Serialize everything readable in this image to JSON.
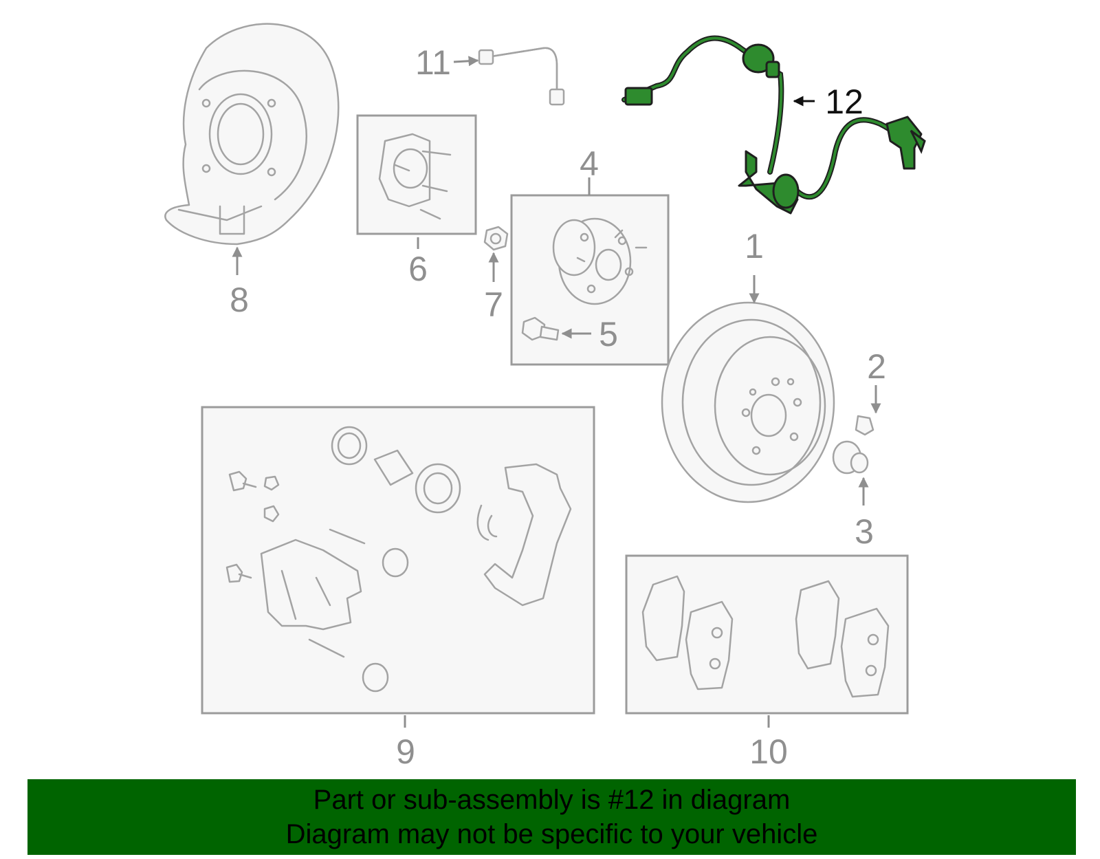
{
  "callouts": {
    "c1": "1",
    "c2": "2",
    "c3": "3",
    "c4": "4",
    "c5": "5",
    "c6": "6",
    "c7": "7",
    "c8": "8",
    "c9": "9",
    "c10": "10",
    "c11": "11",
    "c12": "12"
  },
  "highlight_part": "12",
  "banner": {
    "line1": "Part or sub-assembly is #12 in diagram",
    "line2": "Diagram may not be specific to your vehicle"
  },
  "colors": {
    "highlight_fill": "#2e8b2e",
    "banner_bg": "#006400",
    "part_stroke": "#a3a3a3",
    "label_gray": "#8f8f8f"
  }
}
